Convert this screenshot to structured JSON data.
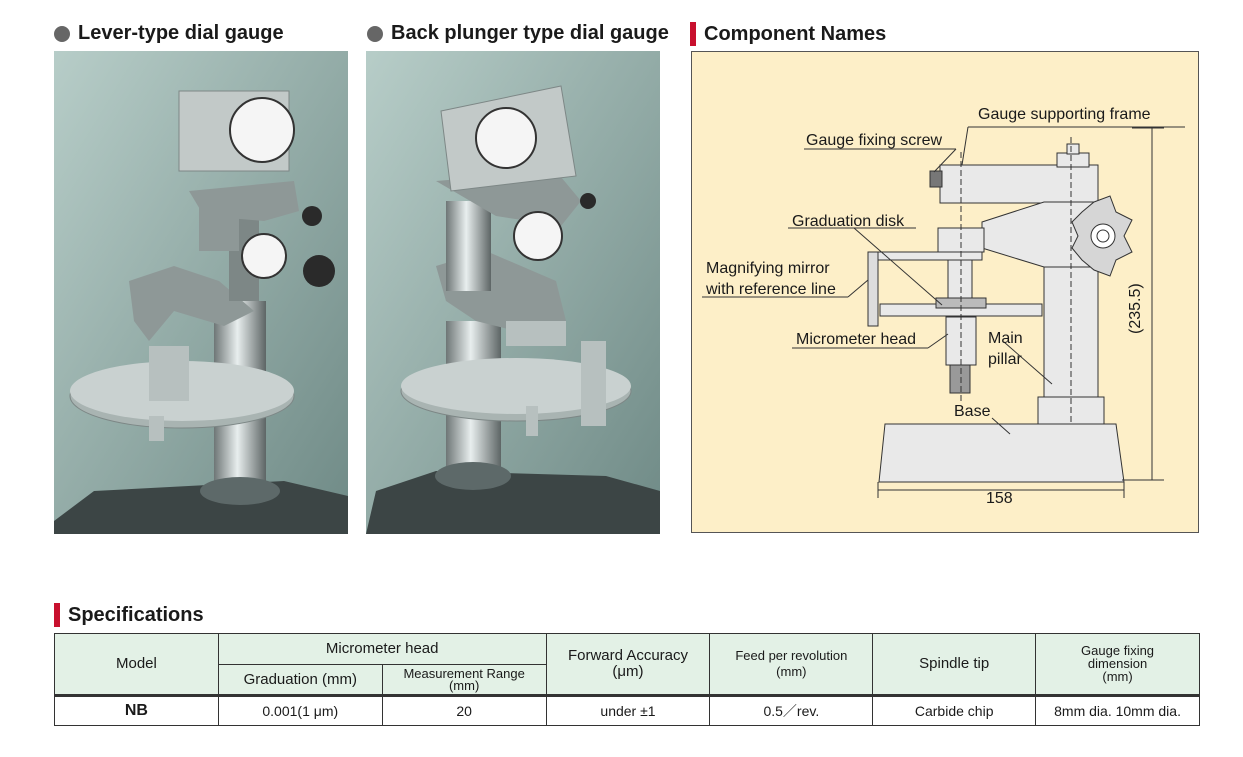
{
  "sections": {
    "lever_title": "Lever-type dial gauge",
    "back_title": "Back plunger type dial gauge",
    "components_title": "Component Names",
    "specs_title": "Specifications"
  },
  "diagram": {
    "labels": {
      "gauge_supporting_frame": "Gauge supporting frame",
      "gauge_fixing_screw": "Gauge fixing screw",
      "graduation_disk": "Graduation disk",
      "magnifying_mirror_1": "Magnifying mirror",
      "magnifying_mirror_2": "with reference line",
      "micrometer_head": "Micrometer head",
      "main_pillar_1": "Main",
      "main_pillar_2": "pillar",
      "base": "Base",
      "height_dim": "(235.5)",
      "width_dim": "158"
    }
  },
  "specs": {
    "headers": {
      "model": "Model",
      "micrometer_head": "Micrometer head",
      "graduation": "Graduation (mm)",
      "measurement_range_1": "Measurement Range",
      "measurement_range_2": "(mm)",
      "forward_accuracy_1": "Forward Accuracy",
      "forward_accuracy_2": "(μm)",
      "feed_1": "Feed per revolution",
      "feed_2": "(mm)",
      "spindle_tip": "Spindle tip",
      "gauge_fixing_1": "Gauge fixing",
      "gauge_fixing_2": "dimension",
      "gauge_fixing_3": "(mm)"
    },
    "row": {
      "model": "NB",
      "graduation": "0.001(1 μm)",
      "measurement_range": "20",
      "forward_accuracy": "under ±1",
      "feed": "0.5／rev.",
      "spindle_tip": "Carbide chip",
      "gauge_fixing": "8mm dia. 10mm dia."
    }
  }
}
